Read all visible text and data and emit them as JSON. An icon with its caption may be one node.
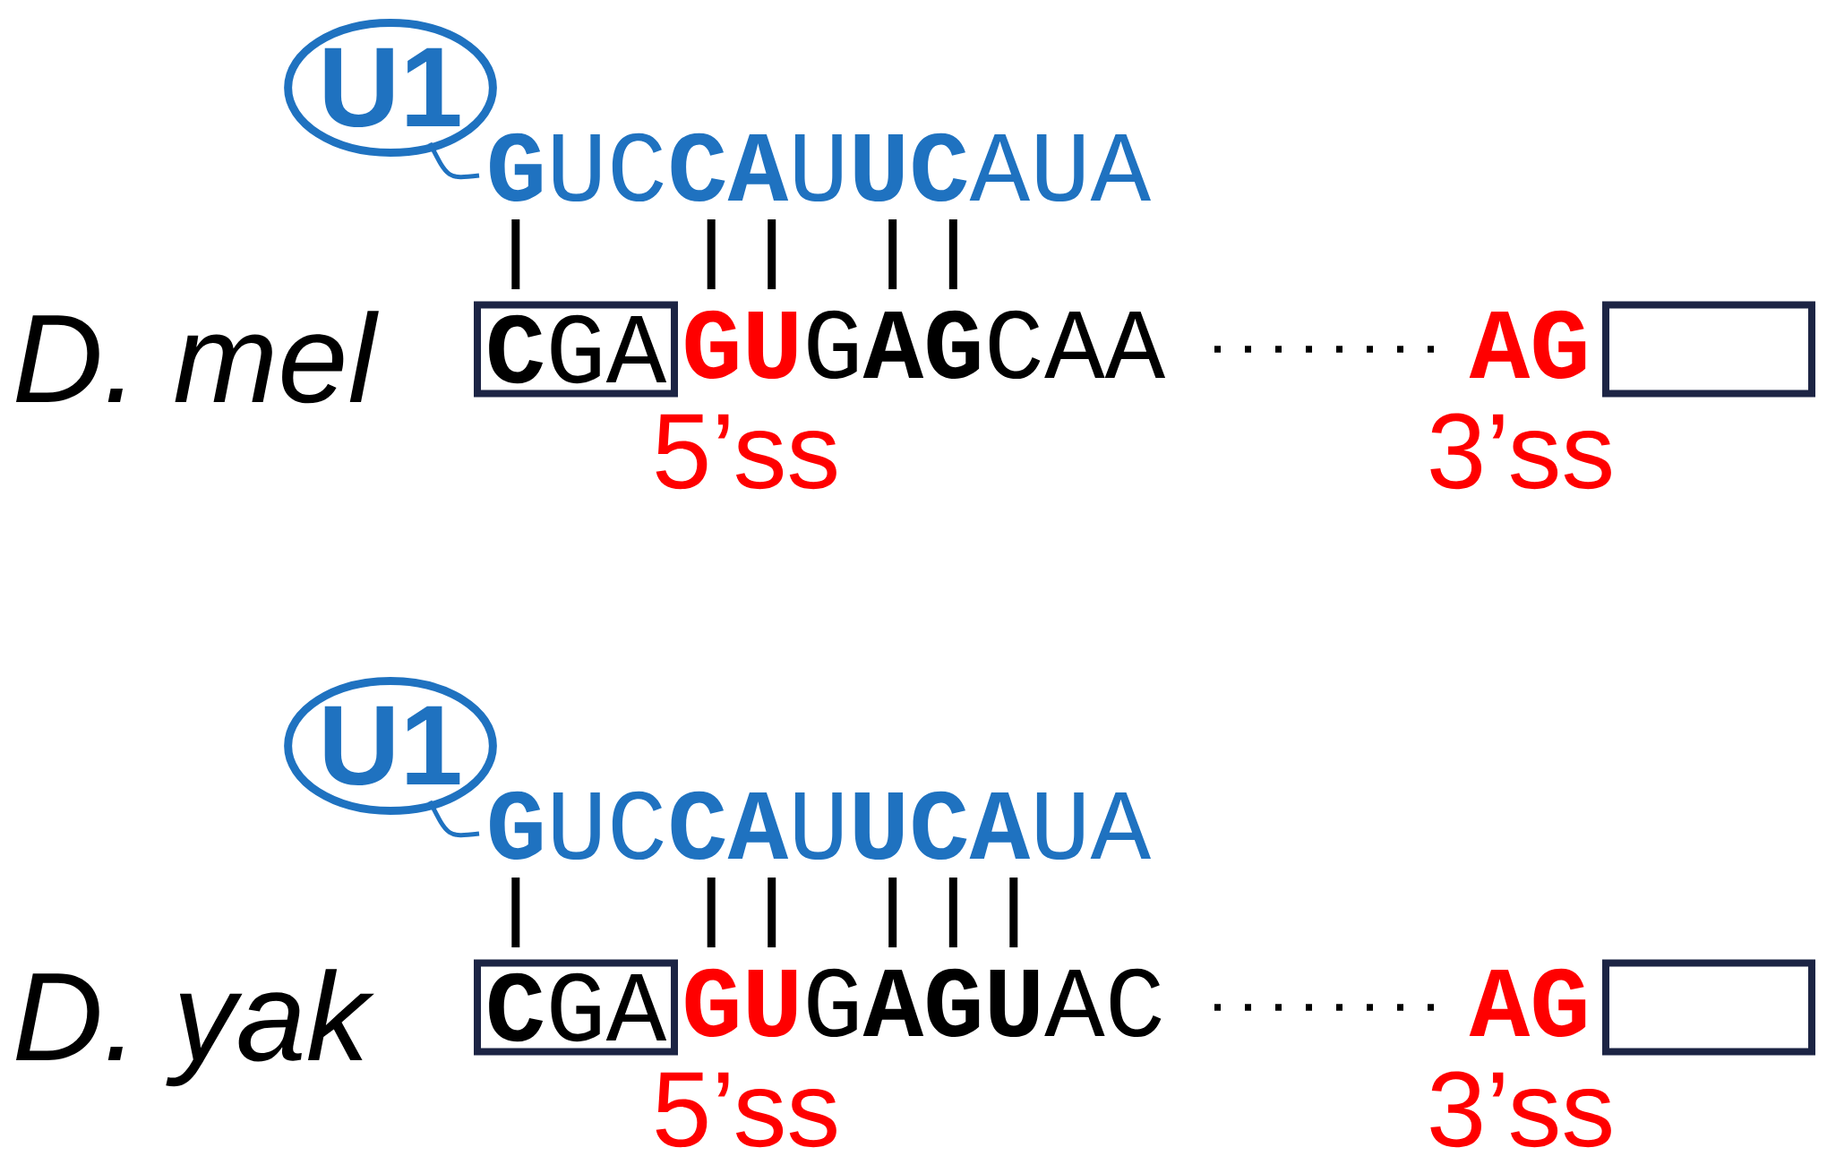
{
  "diagram": {
    "nodes": [
      {
        "text": [
          "U1"
        ]
      },
      {
        "text": [
          "**C**GA"
        ]
      },
      {
        "text": [],
        "shape": "box"
      },
      {
        "text": [
          "U1"
        ]
      },
      {
        "text": [
          "**C**GA"
        ]
      },
      {
        "text": [],
        "shape": "box"
      }
    ],
    "labels": [
      "**G**UC**CA**U**UC**AUA",
      "D. mel",
      "GU",
      "G**AG**CAA",
      "AG",
      "5’ss",
      "3’ss",
      "**G**UC**CA**U**UCA**UA",
      "D. yak",
      "GU",
      "G**AGU**AC",
      "AG",
      "5’ss",
      "3’ss"
    ]
  }
}
